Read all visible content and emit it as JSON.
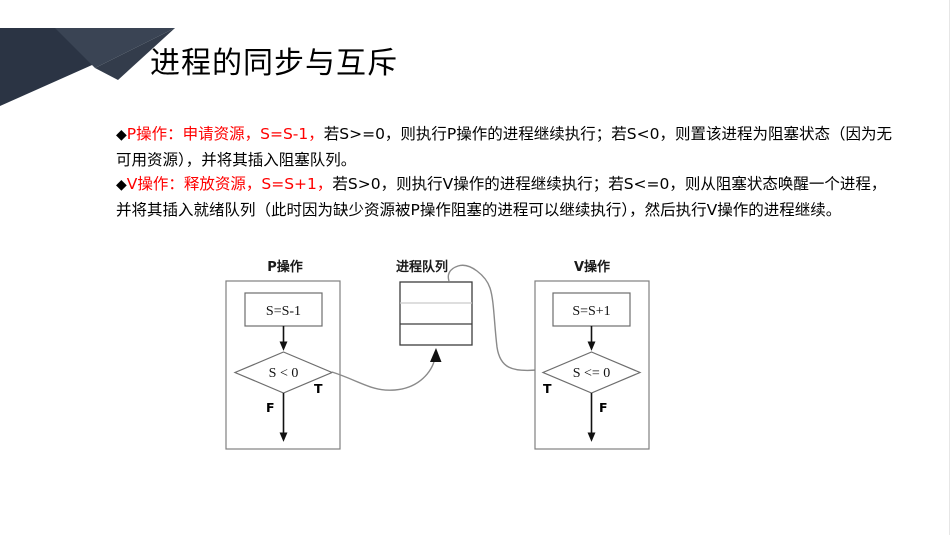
{
  "slide": {
    "title": "进程的同步与互斥",
    "background_color": "#ffffff",
    "accent_dark": "#2b3444",
    "accent_dark2": "#3a4454",
    "highlight_color": "#ff0000"
  },
  "body": {
    "bullet_glyph": "◆",
    "p_operation": {
      "red_lead": "P操作：申请资源，S=S-1，",
      "rest": "若S>=0，则执行P操作的进程继续执行；若S<0，则置该进程为阻塞状态（因为无可用资源），并将其插入阻塞队列。"
    },
    "v_operation": {
      "red_lead": "V操作：释放资源，S=S+1，",
      "rest": "若S>0，则执行V操作的进程继续执行；若S<=0，则从阻塞状态唤醒一个进程，并将其插入就绪队列（此时因为缺少资源被P操作阻塞的进程可以继续执行），然后执行V操作的进程继续。"
    }
  },
  "diagram": {
    "p_label": "P操作",
    "queue_label": "进程队列",
    "v_label": "V操作",
    "p_assign": "S=S-1",
    "p_condition": "S < 0",
    "p_true": "T",
    "p_false": "F",
    "v_assign": "S=S+1",
    "v_condition": "S <= 0",
    "v_true": "T",
    "v_false": "F",
    "queue_rows": 3
  }
}
